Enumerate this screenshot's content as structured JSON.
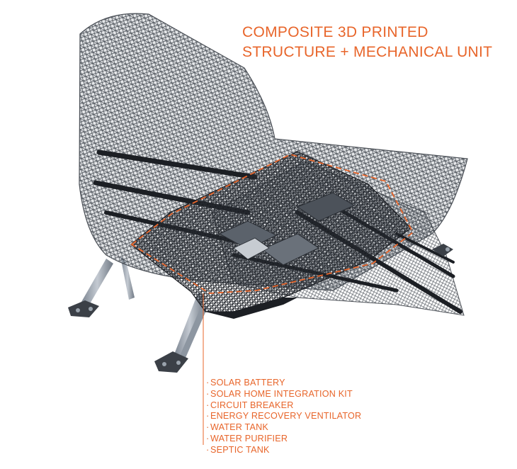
{
  "title": {
    "line1": "COMPOSITE 3D PRINTED",
    "line2": "STRUCTURE + MECHANICAL UNIT"
  },
  "components": [
    "SOLAR BATTERY",
    "SOLAR HOME INTEGRATION KIT",
    "CIRCUIT BREAKER",
    "ENERGY RECOVERY VENTILATOR",
    "WATER TANK",
    "WATER PURIFIER",
    "SEPTIC TANK"
  ],
  "colors": {
    "accent": "#e8652a",
    "mesh": "#3a3f46",
    "mesh_light": "#8a9099",
    "leg": "#9aa3ad",
    "dark": "#1c1f24"
  }
}
